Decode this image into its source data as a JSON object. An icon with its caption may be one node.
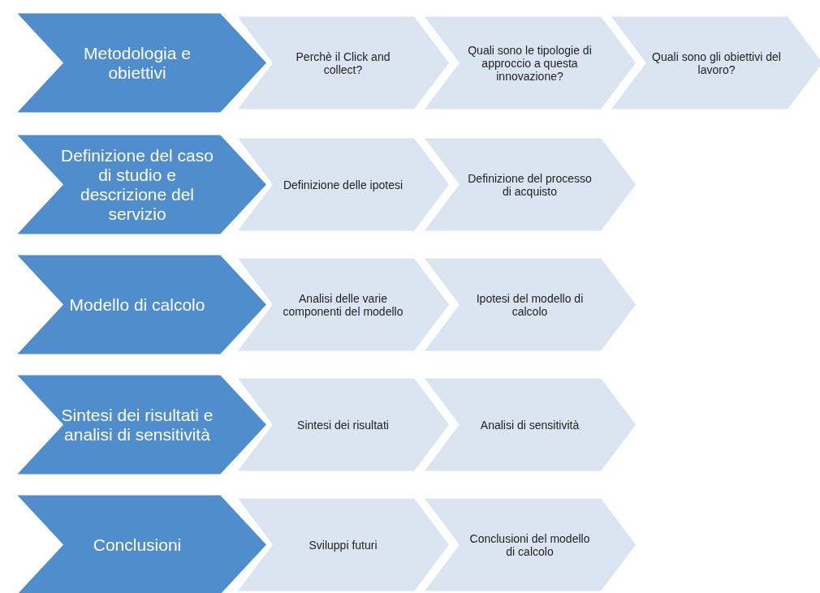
{
  "diagram": {
    "nodes": [
      {
        "text": [
          "Metodologia e obiettivi"
        ]
      },
      {
        "text": [
          "Perchè il Click and collect?"
        ]
      },
      {
        "text": [
          "Quali sono le tipologie di approccio a questa innovazione?"
        ]
      },
      {
        "text": [
          "Quali sono gli obiettivi del lavoro?"
        ]
      },
      {
        "text": [
          "Definizione del caso di studio e descrizione del servizio"
        ]
      },
      {
        "text": [
          "Definizione delle ipotesi"
        ]
      },
      {
        "text": [
          "Definizione del processo di acquisto"
        ]
      },
      {
        "text": [
          "Modello di calcolo"
        ]
      },
      {
        "text": [
          "Analisi delle varie componenti del modello"
        ]
      },
      {
        "text": [
          "Ipotesi del modello di calcolo"
        ]
      },
      {
        "text": [
          "Sintesi dei risultati e analisi di sensitività"
        ]
      },
      {
        "text": [
          "Sintesi dei risultati"
        ]
      },
      {
        "text": [
          "Analisi di sensitività"
        ]
      },
      {
        "text": [
          "Conclusioni"
        ]
      },
      {
        "text": [
          "Sviluppi futuri"
        ]
      },
      {
        "text": [
          "Conclusioni del modello di calcolo"
        ]
      }
    ]
  }
}
